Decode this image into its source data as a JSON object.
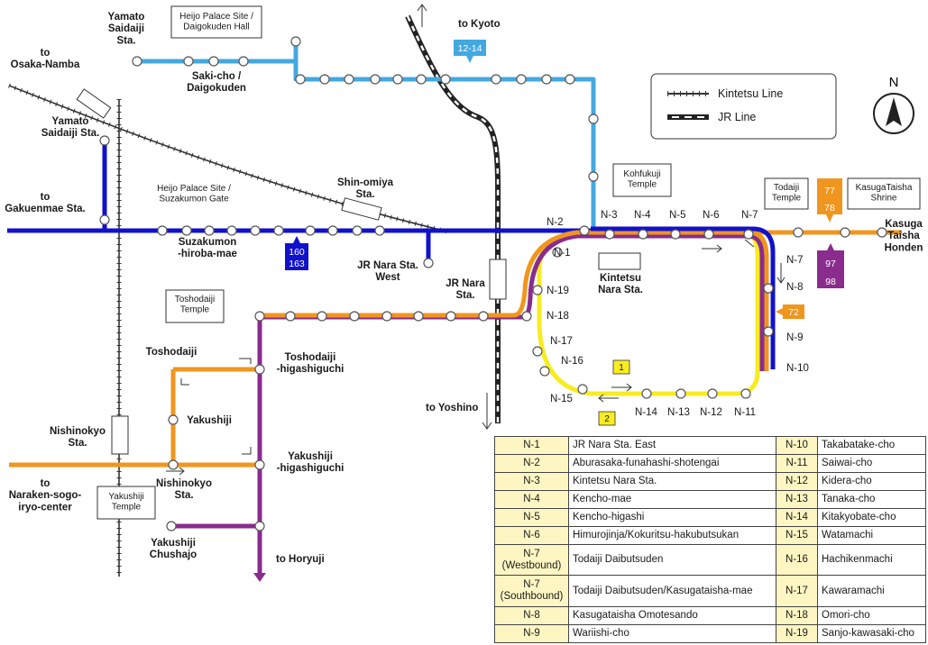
{
  "legend": {
    "kintetsu": "Kintetsu Line",
    "jr": "JR Line"
  },
  "compass": "N",
  "colors": {
    "blue": "#1111cc",
    "lightblue": "#44a8e0",
    "orange": "#f0961e",
    "purple": "#8a2b8e",
    "yellow": "#f7ec1f",
    "box_orange": "#f0961e",
    "box_purple": "#8a2b8e",
    "box_blue": "#1111cc",
    "table_code_bg": "#fdf6c3"
  },
  "places": {
    "yamato_saidaiji_top": "Yamato\nSaidaiji\nSta.",
    "to_osaka_namba": "to\nOsaka-Namba",
    "yamato_saidaiji_left": "Yamato\nSaidaiji Sta.",
    "to_gakuenmae": "to\nGakuenmae Sta.",
    "heijo_palace_suzakumon": "Heijo Palace Site /\nSuzakumon Gate",
    "suzakumon_hiroba": "Suzakumon\n-hiroba-mae",
    "shin_omiya": "Shin-omiya\nSta.",
    "saki_cho": "Saki-cho /\nDaigokuden",
    "heijo_daigokuden": "Heijo Palace Site /\nDaigokuden Hall",
    "to_kyoto": "to Kyoto",
    "jr_nara_west": "JR Nara Sta.\nWest",
    "jr_nara": "JR Nara\nSta.",
    "kintetsu_nara": "Kintetsu\nNara Sta.",
    "kohfukuji": "Kohfukuji\nTemple",
    "todaiji": "Todaiji\nTemple",
    "kasugataisha": "KasugaTaisha\nShrine",
    "kasuga_honden": "Kasuga\nTaisha\nHonden",
    "toshodaiji_callout": "Toshodaiji\nTemple",
    "toshodaiji": "Toshodaiji",
    "toshodaiji_higashiguchi": "Toshodaiji\n-higashiguchi",
    "yakushiji": "Yakushiji",
    "nishinokyo_left": "Nishinokyo\nSta.",
    "nishinokyo": "Nishinokyo\nSta.",
    "yakushiji_higashiguchi": "Yakushiji\n-higashiguchi",
    "to_naraken": "to\nNaraken-sogo-\niryo-center",
    "yakushiji_callout": "Yakushiji\nTemple",
    "yakushiji_chushajo": "Yakushiji\nChushajo",
    "to_horyuji": "to Horyuji",
    "to_yoshino": "to Yoshino"
  },
  "stops": [
    "N-1",
    "N-2",
    "N-3",
    "N-4",
    "N-5",
    "N-6",
    "N-7",
    "N-7",
    "N-8",
    "N-9",
    "N-10",
    "N-11",
    "N-12",
    "N-13",
    "N-14",
    "N-15",
    "N-16",
    "N-17",
    "N-18",
    "N-19"
  ],
  "route_boxes": {
    "r12_14": "12-14",
    "r160": "160",
    "r163": "163",
    "r77": "77",
    "r78": "78",
    "r72": "72",
    "r97": "97",
    "r98": "98",
    "b1": "1",
    "b2": "2"
  },
  "table": [
    [
      "N-1",
      "JR Nara Sta. East",
      "N-10",
      "Takabatake-cho"
    ],
    [
      "N-2",
      "Aburasaka-funahashi-shotengai",
      "N-11",
      "Saiwai-cho"
    ],
    [
      "N-3",
      "Kintetsu Nara Sta.",
      "N-12",
      "Kidera-cho"
    ],
    [
      "N-4",
      "Kencho-mae",
      "N-13",
      "Tanaka-cho"
    ],
    [
      "N-5",
      "Kencho-higashi",
      "N-14",
      "Kitakyobate-cho"
    ],
    [
      "N-6",
      "Himurojinja/Kokuritsu-hakubutsukan",
      "N-15",
      "Watamachi"
    ],
    [
      "N-7\n(Westbound)",
      "Todaiji Daibutsuden",
      "N-16",
      "Hachikenmachi"
    ],
    [
      "N-7\n(Southbound)",
      "Todaiji Daibutsuden/Kasugataisha-mae",
      "N-17",
      "Kawaramachi"
    ],
    [
      "N-8",
      "Kasugataisha Omotesando",
      "N-18",
      "Omori-cho"
    ],
    [
      "N-9",
      "Wariishi-cho",
      "N-19",
      "Sanjo-kawasaki-cho"
    ]
  ]
}
